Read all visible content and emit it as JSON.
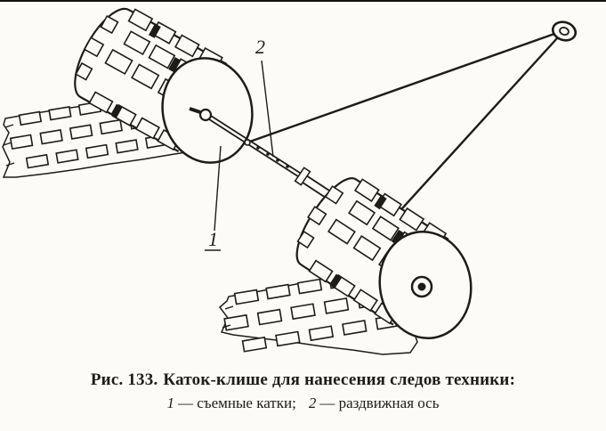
{
  "figure": {
    "callouts": {
      "rollers": "1",
      "axle": "2"
    },
    "caption": {
      "fig_label": "Рис. 133.",
      "title": "Каток-клише для нанесения следов техники:",
      "legend": {
        "item1": {
          "num": "1",
          "text": "— съемные катки;"
        },
        "item2": {
          "num": "2",
          "text": "— раздвижная ось"
        }
      }
    }
  },
  "colors": {
    "ink": "#1f1c18",
    "paper": "#fcfbf7"
  }
}
